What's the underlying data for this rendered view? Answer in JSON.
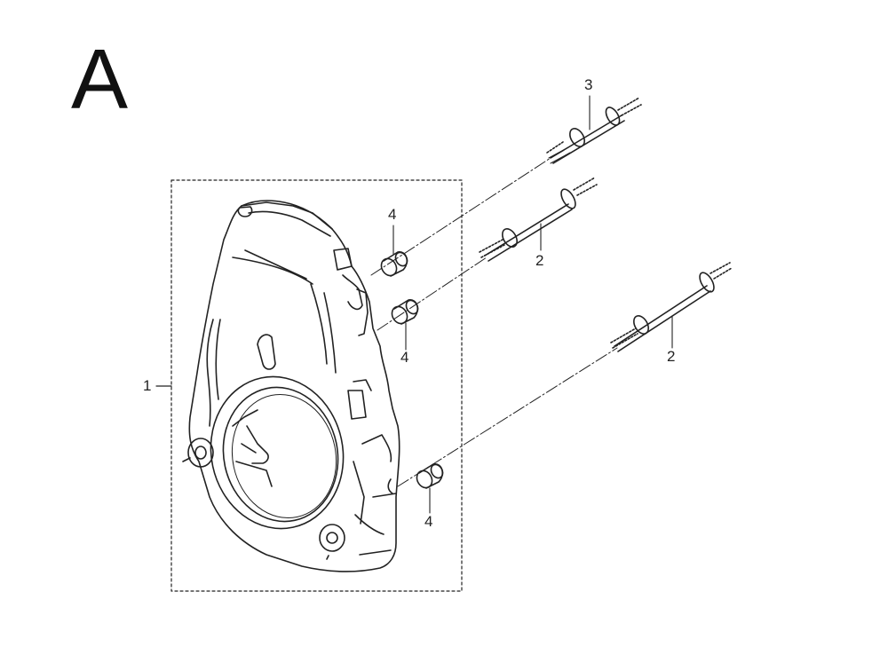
{
  "diagram": {
    "section_letter": "A",
    "callouts": {
      "cover": "1",
      "bolt_upper": "2",
      "bolt_lower": "2",
      "bolt_top": "3",
      "collar_upper": "4",
      "collar_middle": "4",
      "collar_lower": "4"
    }
  },
  "colors": {
    "line": "#222222",
    "background": "#ffffff"
  }
}
